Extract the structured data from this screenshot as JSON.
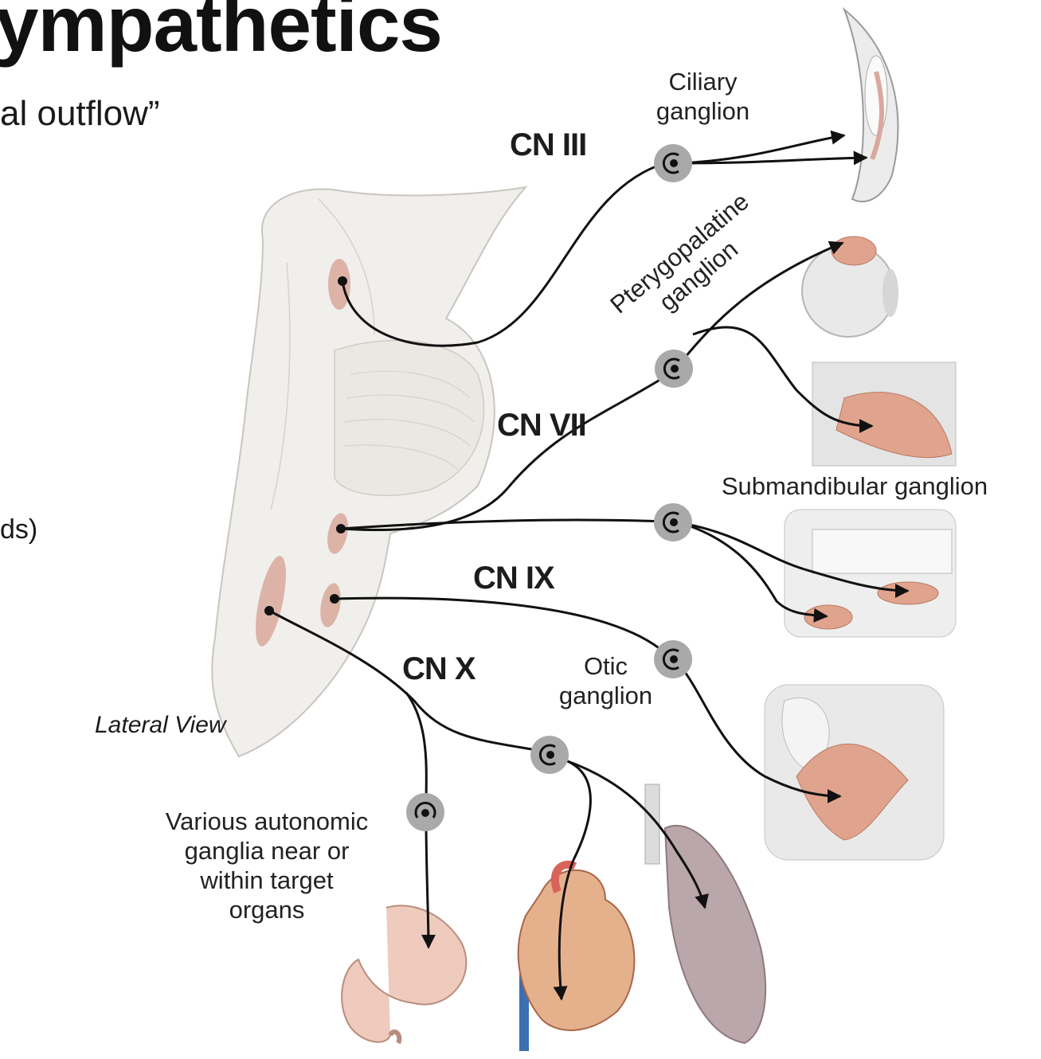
{
  "header": {
    "title": "ympathetics",
    "subtitle": "al outflow”"
  },
  "side_text": "ds)",
  "view_label": "Lateral View",
  "nerves": {
    "cn3": "CN III",
    "cn7": "CN VII",
    "cn9": "CN IX",
    "cn10": "CN X"
  },
  "ganglia": {
    "ciliary": [
      "Ciliary",
      "ganglion"
    ],
    "pterygopalatine": [
      "Pterygopalatine",
      "ganglion"
    ],
    "submandibular": "Submandibular ganglion",
    "otic": [
      "Otic",
      "ganglion"
    ],
    "various": [
      "Various autonomic",
      "ganglia near or",
      "within target",
      "organs"
    ]
  },
  "colors": {
    "nerve_line": "#111111",
    "ganglion": "#a9a9a9",
    "brainstem": "#f1efec",
    "nucleus": "#d9a89c",
    "gland": "#e0a48e",
    "lung": "#b9a7ab",
    "heart": "#d9645a",
    "stomach": "#eecbbd"
  }
}
